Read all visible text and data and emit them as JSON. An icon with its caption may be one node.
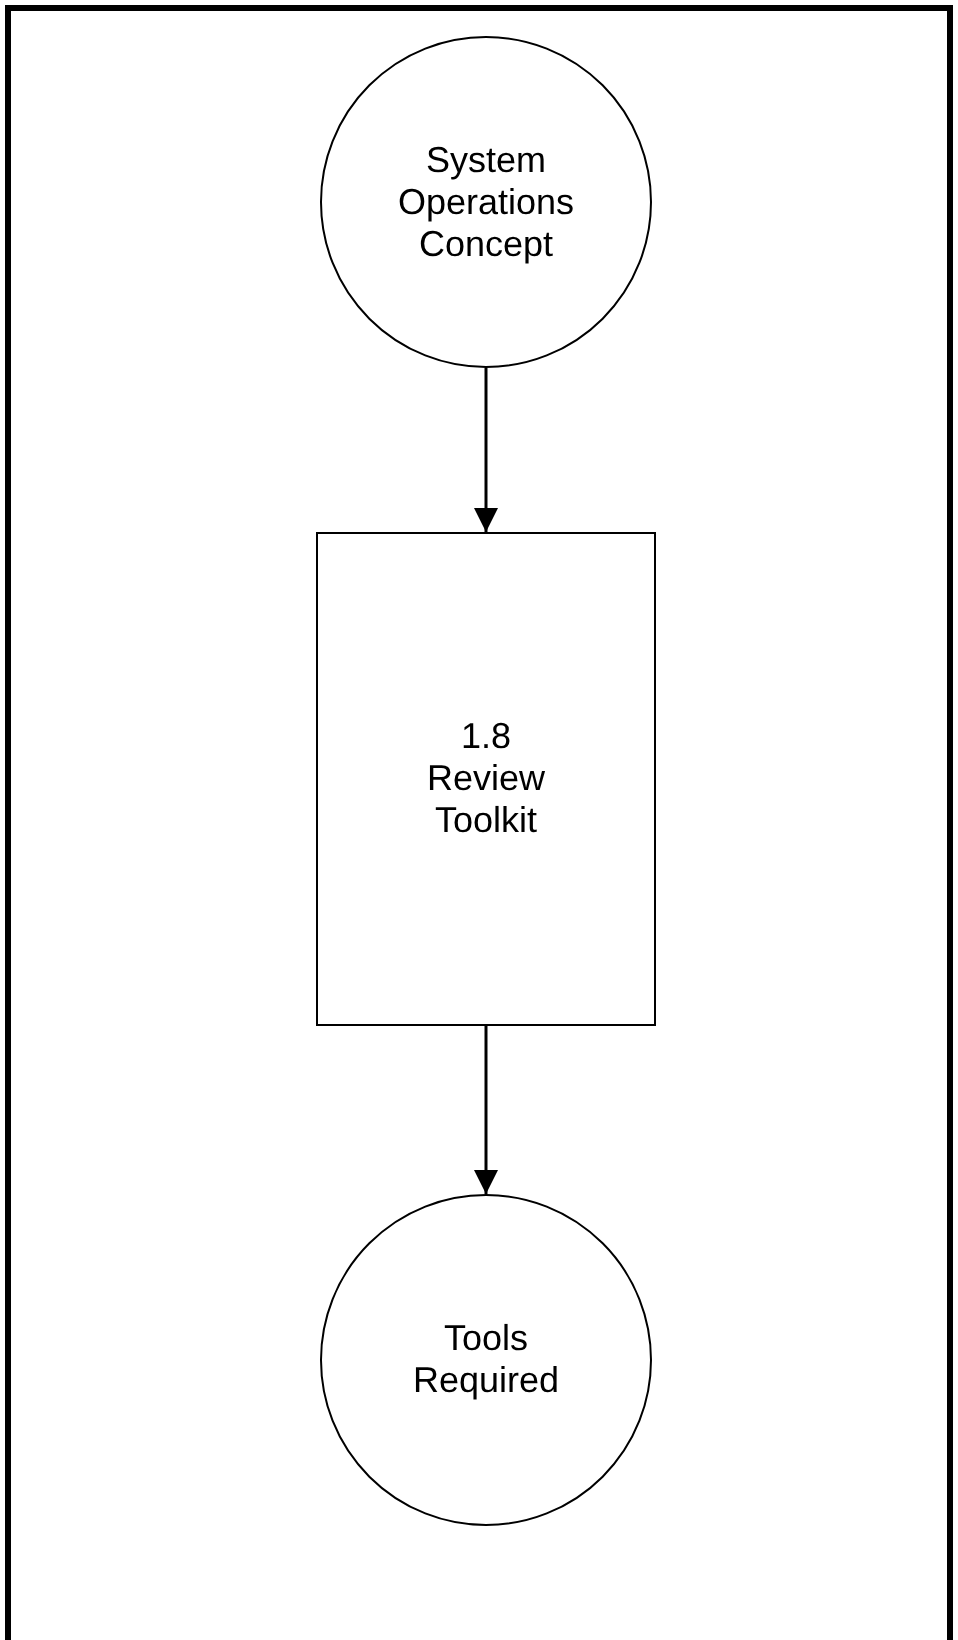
{
  "diagram": {
    "nodes": [
      {
        "text": [
          "System Operations Concept"
        ]
      },
      {
        "text": [
          "1.8 Review Toolkit"
        ]
      },
      {
        "text": [
          "Tools Required"
        ]
      }
    ],
    "edges": [
      {
        "from": 0,
        "to": 1,
        "arrow": "to"
      },
      {
        "from": 1,
        "to": 2,
        "arrow": "to"
      }
    ]
  }
}
